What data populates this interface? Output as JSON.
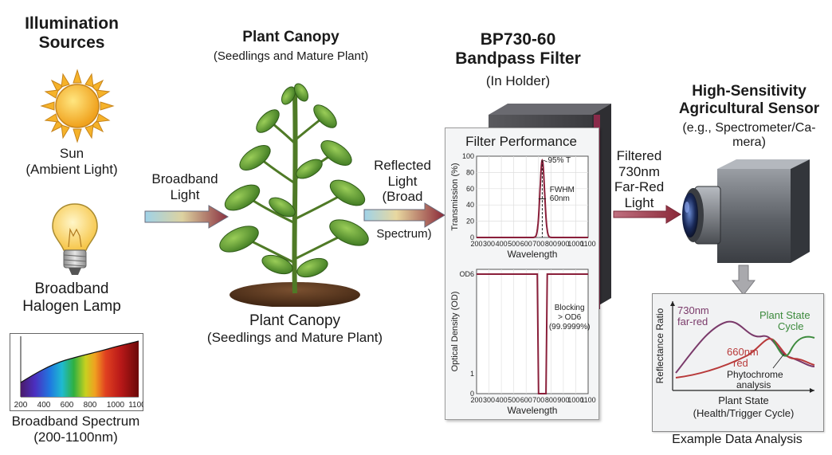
{
  "sources": {
    "title_line1": "Illumination",
    "title_line2": "Sources",
    "sun_line1": "Sun",
    "sun_line2": "(Ambient Light)",
    "lamp_line1": "Broadband",
    "lamp_line2": "Halogen Lamp",
    "spectrum_ticks": [
      "200",
      "400",
      "600",
      "800",
      "1000",
      "1100"
    ],
    "spectrum_caption_line1": "Broadband Spectrum",
    "spectrum_caption_line2": "(200-1100nm)"
  },
  "arrow1": {
    "line1": "Broadband",
    "line2": "Light"
  },
  "canopy": {
    "title": "Plant Canopy",
    "subtitle": "(Seedlings and Mature Plant)",
    "bottom_line1": "Plant Canopy",
    "bottom_line2": "(Seedlings and Mature Plant)"
  },
  "arrow2": {
    "line1": "Reflected",
    "line2": "Light",
    "line3": "(Broad",
    "line4": "Spectrum)"
  },
  "filter": {
    "title_line1": "BP730-60",
    "title_line2": "Bandpass Filter",
    "title_line3": "(In Holder)",
    "panel_title": "Filter Performance",
    "transmission": {
      "ylabel": "Transmission (%)",
      "xlabel": "Wavelength",
      "yticks": [
        "100",
        "80",
        "60",
        "40",
        "20",
        "0"
      ],
      "xticks": [
        "200",
        "300",
        "400",
        "500",
        "600",
        "700",
        "800",
        "900",
        "1000",
        "1100"
      ],
      "peak_label": "95% T",
      "fwhm_line1": "FWHM",
      "fwhm_line2": "60nm"
    },
    "optical_density": {
      "ylabel": "Optical Density (OD)",
      "xlabel": "Wavelength",
      "ytop": "OD6",
      "yticks": [
        "1",
        "0"
      ],
      "xticks": [
        "200",
        "300",
        "400",
        "500",
        "600",
        "700",
        "800",
        "900",
        "1000",
        "1100"
      ],
      "block_line1": "Blocking",
      "block_line2": "> OD6",
      "block_line3": "(99.9999%)"
    }
  },
  "arrow3": {
    "line1": "Filtered",
    "line2": "730nm",
    "line3": "Far-Red",
    "line4": "Light"
  },
  "sensor": {
    "title_line1": "High-Sensitivity",
    "title_line2": "Agricultural Sensor",
    "sub_line1": "(e.g., Spectrometer/Ca-",
    "sub_line2": "mera)"
  },
  "analysis": {
    "ylabel": "Reflectance Ratio",
    "xlabel_line1": "Plant State",
    "xlabel_line2": "(Health/Trigger Cycle)",
    "series_730_line1": "730nm",
    "series_730_line2": "far-red",
    "series_660_line1": "660nm",
    "series_660_line2": "red",
    "state_line1": "Plant State",
    "state_line2": "Cycle",
    "phyto_line1": "Phytochrome",
    "phyto_line2": "analysis",
    "caption": "Example Data Analysis"
  },
  "colors": {
    "series_730": "#7a3a6a",
    "series_660": "#b83a3a",
    "series_state": "#3c8a3c",
    "curve": "#8a1f3a",
    "arrow_end": "#8a3040"
  }
}
